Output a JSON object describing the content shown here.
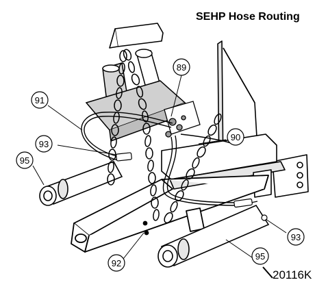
{
  "title": "SEHP Hose Routing",
  "figure_number": "20116K",
  "callouts": [
    "89",
    "91",
    "93",
    "95",
    "90",
    "92",
    "93",
    "95"
  ],
  "colors": {
    "line": "#000000",
    "background": "#ffffff",
    "shade": "#b8b8b8",
    "light": "#e6e6e6"
  }
}
